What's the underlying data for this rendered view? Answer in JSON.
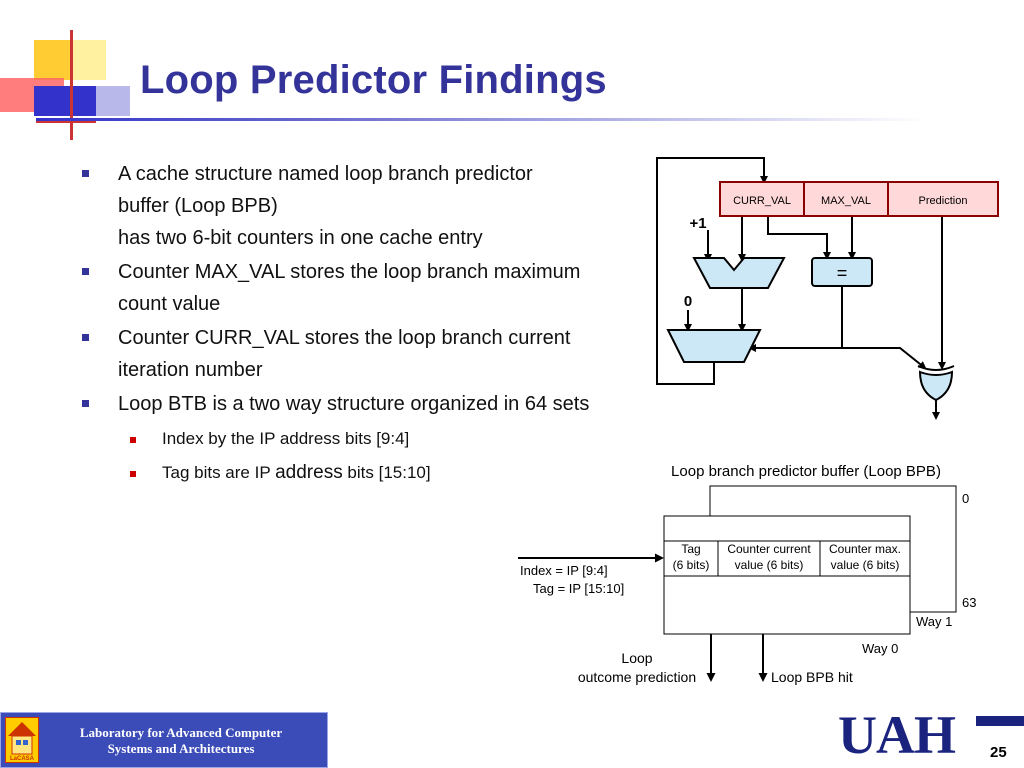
{
  "slide": {
    "title": "Loop Predictor Findings",
    "page_number": "25"
  },
  "bullets": [
    {
      "lines": [
        "A cache structure named loop branch predictor",
        "buffer (Loop BPB)",
        "has two 6-bit counters in one cache entry"
      ]
    },
    {
      "lines": [
        "Counter MAX_VAL stores the loop branch maximum",
        "count value"
      ]
    },
    {
      "lines": [
        "Counter CURR_VAL stores the loop branch current",
        "iteration number"
      ]
    },
    {
      "lines": [
        "Loop BTB is a two way structure organized in 64 sets"
      ],
      "sub": [
        {
          "text": "Index by the IP address bits [9:4]"
        },
        {
          "pre": "Tag bits are IP ",
          "big": "address",
          "post": " bits [15:10]"
        }
      ]
    }
  ],
  "circuit": {
    "curr_val": "CURR_VAL",
    "max_val": "MAX_VAL",
    "prediction": "Prediction",
    "plus_one": "+1",
    "zero": "0",
    "equals": "="
  },
  "loop_bpb": {
    "title": "Loop branch predictor buffer (Loop BPB)",
    "set_top": "0",
    "set_bottom": "63",
    "way1": "Way 1",
    "way0": "Way 0",
    "tag_line1": "Tag",
    "tag_line2": "(6 bits)",
    "curr_line1": "Counter current",
    "curr_line2": "value (6 bits)",
    "max_line1": "Counter max.",
    "max_line2": "value (6 bits)",
    "index_label": "Index = IP [9:4]",
    "tag_label": "Tag = IP [15:10]",
    "outcome_line1": "Loop",
    "outcome_line2": "outcome prediction",
    "hit_label": "Loop BPB hit"
  },
  "footer": {
    "lab_line1": "Laboratory for Advanced Computer",
    "lab_line2": "Systems and Architectures",
    "uah": "UAH",
    "lacasa": "LaCASA"
  },
  "colors": {
    "title": "#333399",
    "register_fill": "#ffd9d9",
    "register_stroke": "#8b0000",
    "logic_fill": "#cce7f5",
    "footer": "#3b4bb8"
  }
}
